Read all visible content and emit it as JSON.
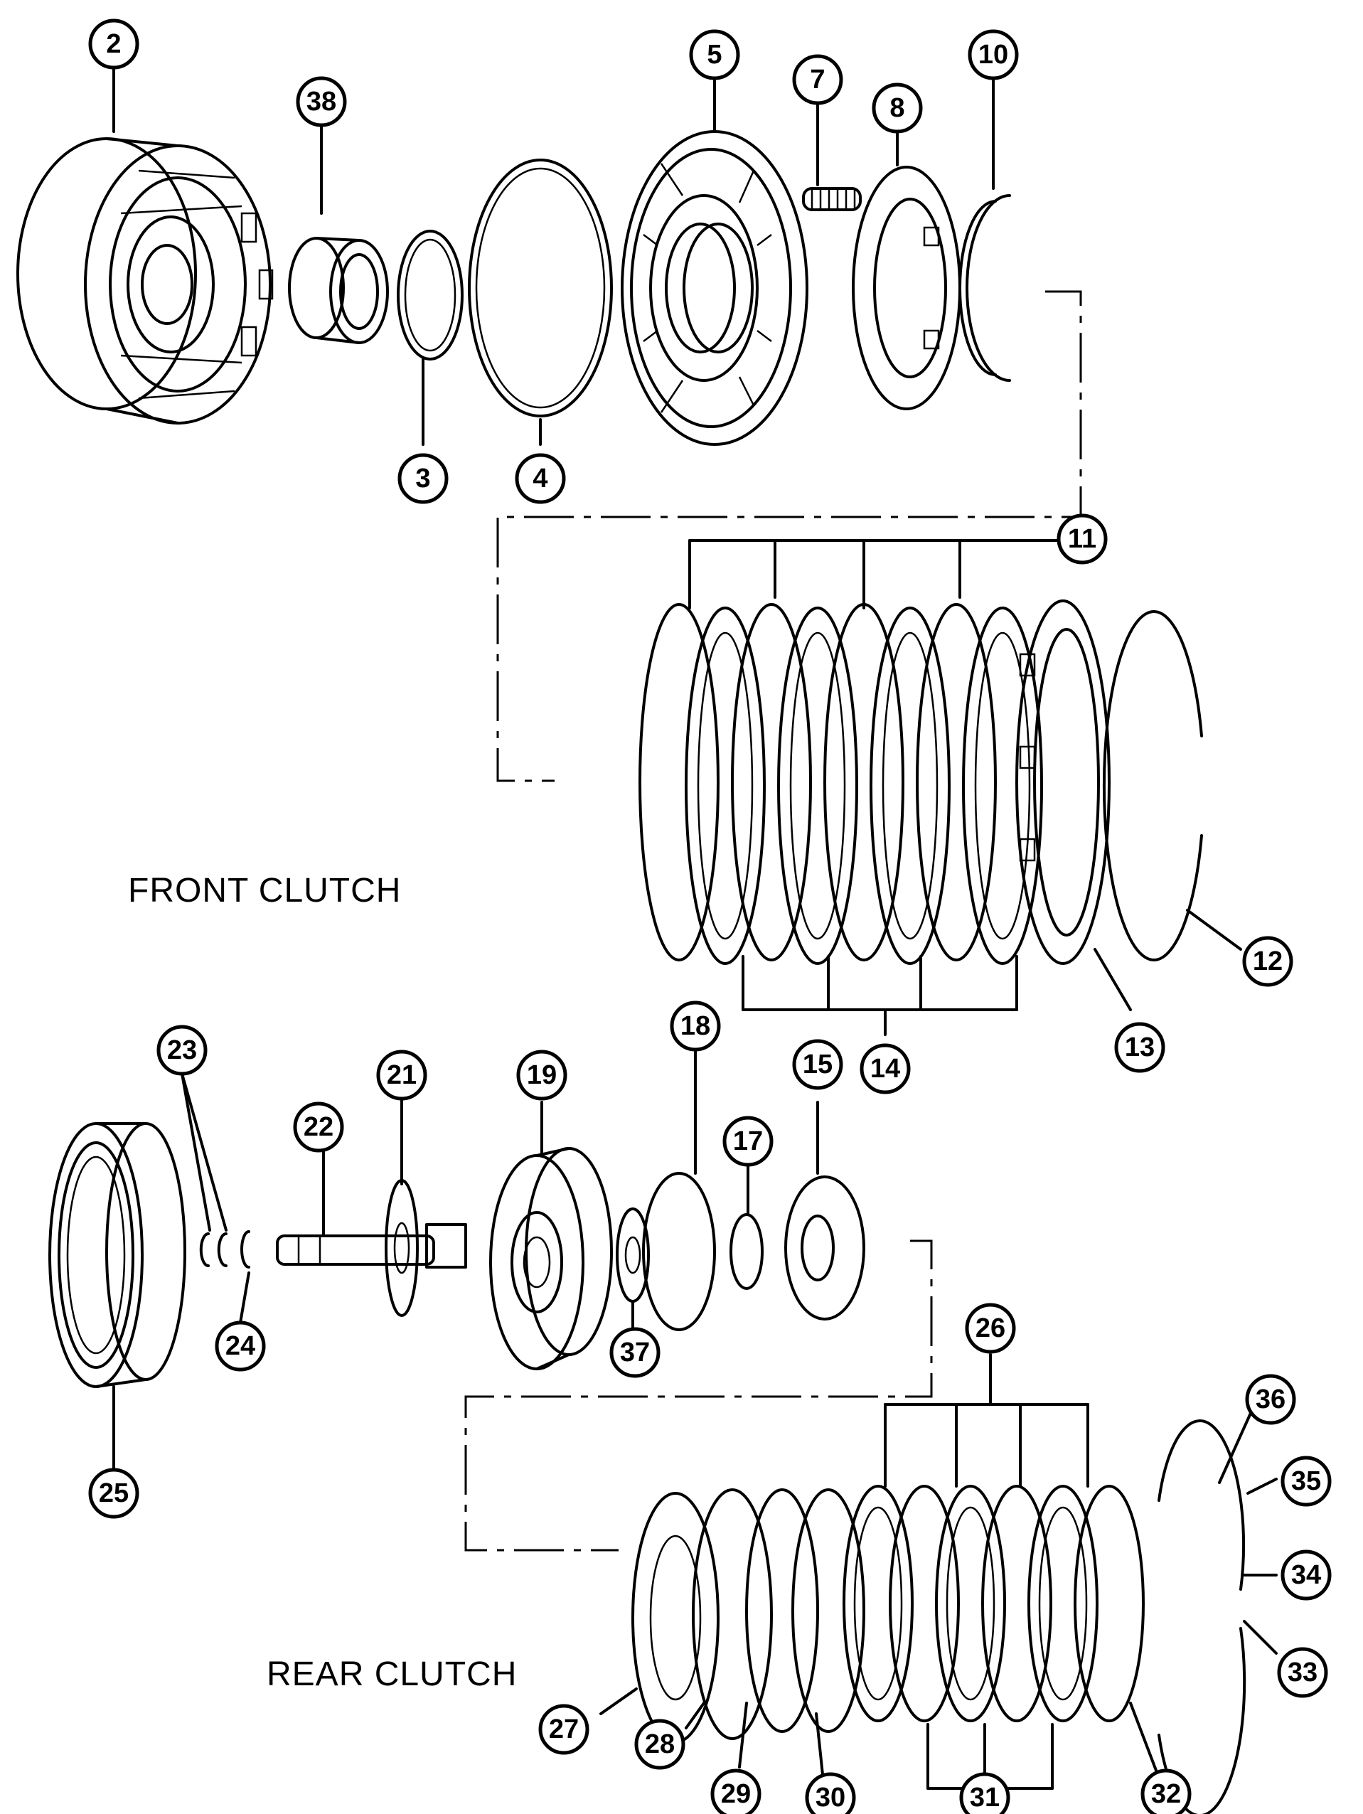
{
  "sections": {
    "front": "FRONT  CLUTCH",
    "rear": "REAR  CLUTCH"
  },
  "callouts": {
    "c2": "2",
    "c38": "38",
    "c5": "5",
    "c7": "7",
    "c8": "8",
    "c10": "10",
    "c3": "3",
    "c4": "4",
    "c11": "11",
    "c12": "12",
    "c13": "13",
    "c14": "14",
    "c23": "23",
    "c21": "21",
    "c19": "19",
    "c18": "18",
    "c17": "17",
    "c15": "15",
    "c22": "22",
    "c37": "37",
    "c24": "24",
    "c25": "25",
    "c26": "26",
    "c36": "36",
    "c35": "35",
    "c34": "34",
    "c33": "33",
    "c27": "27",
    "c28": "28",
    "c29": "29",
    "c30": "30",
    "c31": "31",
    "c32": "32"
  }
}
